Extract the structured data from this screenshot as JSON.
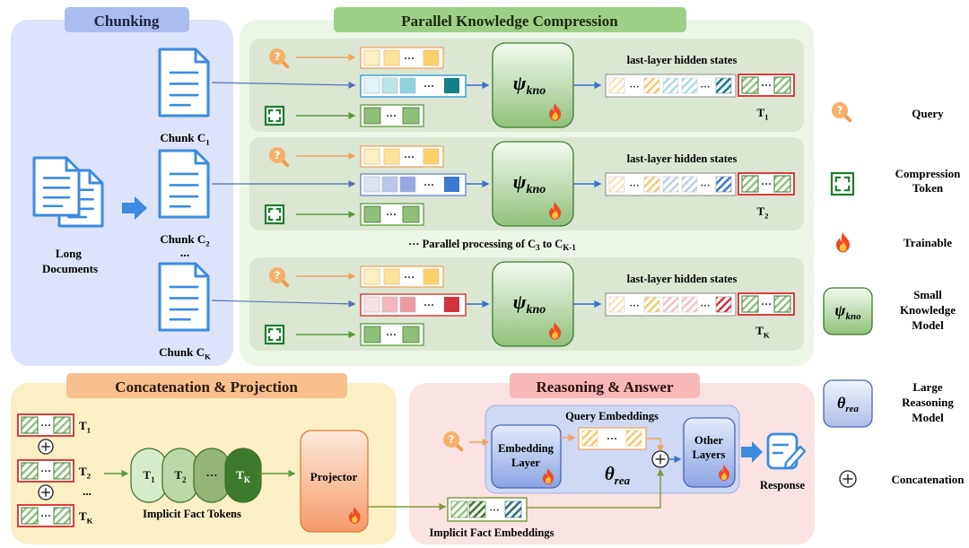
{
  "sections": {
    "chunking": "Chunking",
    "parallel": "Parallel Knowledge Compression",
    "concat": "Concatenation & Projection",
    "reasoning": "Reasoning & Answer"
  },
  "chunking": {
    "long_documents": [
      "Long",
      "Documents"
    ],
    "chunks": [
      {
        "label": "Chunk C",
        "sub": "1"
      },
      {
        "label": "Chunk C",
        "sub": "2"
      },
      {
        "label": "Chunk C",
        "sub": "K"
      }
    ],
    "ellipsis": "..."
  },
  "compression": {
    "hidden_states_label": "last-layer hidden states",
    "model_symbol": "ψ",
    "model_sub": "kno",
    "parallel_note": {
      "prefix": "··· Parallel processing of C",
      "sub1": "3",
      "mid": " to C",
      "sub2": "K-1"
    },
    "outputs": [
      {
        "label": "T",
        "sub": "1"
      },
      {
        "label": "T",
        "sub": "2"
      },
      {
        "label": "T",
        "sub": "K"
      }
    ],
    "chunk_palettes": [
      [
        "#e2f4f7",
        "#b9e5ea",
        "#8ed4dc",
        "#157f86"
      ],
      [
        "#dbe3f4",
        "#b8c7ea",
        "#93a9df",
        "#3a7ad0"
      ],
      [
        "#fbe0e3",
        "#f5b8be",
        "#ef9aa2",
        "#d2343c"
      ]
    ],
    "query_palette": [
      "#fdefc4",
      "#fde29b",
      "#fcd06a"
    ]
  },
  "concat": {
    "t_labels": [
      {
        "label": "T",
        "sub": "1"
      },
      {
        "label": "T",
        "sub": "2"
      },
      {
        "label": "T",
        "sub": "K"
      }
    ],
    "ellipsis": "...",
    "pills": [
      {
        "label": "T",
        "sub": "1"
      },
      {
        "label": "T",
        "sub": "2"
      },
      {
        "label": "···",
        "sub": ""
      },
      {
        "label": "T",
        "sub": "K"
      }
    ],
    "implicit_fact_tokens": "Implicit Fact Tokens",
    "projector": "Projector",
    "implicit_fact_embeddings": "Implicit Fact Embeddings"
  },
  "reasoning": {
    "query_embeddings": "Query Embeddings",
    "embedding_layer": [
      "Embedding",
      "Layer"
    ],
    "model_symbol": "θ",
    "model_sub": "rea",
    "other_layers": [
      "Other",
      "Layers"
    ],
    "response": "Response"
  },
  "legend": {
    "query": "Query",
    "compression_token": [
      "Compression",
      "Token"
    ],
    "trainable": "Trainable",
    "small_model": [
      "Small",
      "Knowledge",
      "Model"
    ],
    "large_model": [
      "Large",
      "Reasoning",
      "Model"
    ],
    "concatenation": "Concatenation"
  },
  "colors": {
    "chunking_bg": "#dde3fa",
    "chunking_title": "#a9bdee",
    "parallel_bg": "#ebf6e6",
    "parallel_title": "#9dd087",
    "concat_bg": "#fbefc6",
    "concat_title": "#f7c08e",
    "reasoning_bg": "#fbe3e3",
    "reasoning_title": "#f6b8b8",
    "doc_blue": "#3b8be0",
    "query_orange": "#f5a55a",
    "token_green": "#1e7d2d",
    "tile_green": "#8fc07a",
    "red_border": "#e33b3b",
    "green_arrow": "#5b9a3c",
    "blue_arrow": "#3b6fd0"
  }
}
